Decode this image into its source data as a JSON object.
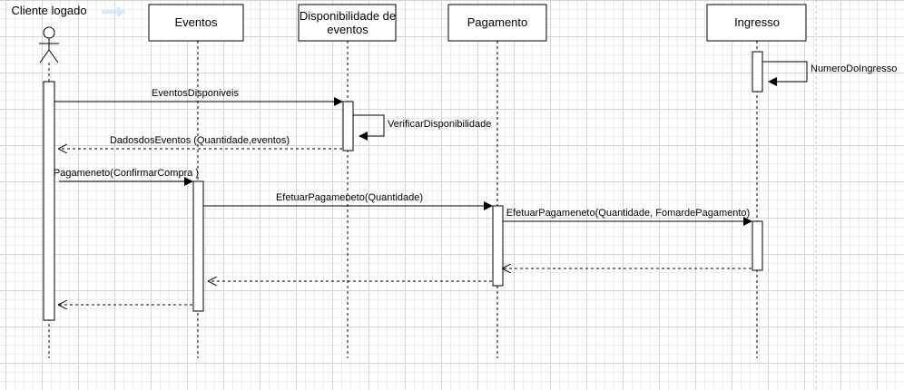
{
  "diagram": {
    "actor": {
      "label": "Cliente logado"
    },
    "lifelines": [
      {
        "id": "eventos",
        "lines": [
          "Eventos"
        ]
      },
      {
        "id": "disponibilidade",
        "lines": [
          "Disponibilidade de",
          "eventos"
        ]
      },
      {
        "id": "pagamento",
        "lines": [
          "Pagamento"
        ]
      },
      {
        "id": "ingresso",
        "lines": [
          "Ingresso"
        ]
      }
    ],
    "messages": [
      {
        "id": "m1",
        "label": "EventosDisponiveis",
        "type": "sync"
      },
      {
        "id": "m2",
        "label": "VerificarDisponibilidade",
        "type": "self"
      },
      {
        "id": "m3",
        "label": "DadosdosEventos (Quantidade,eventos)",
        "type": "return"
      },
      {
        "id": "m4",
        "label": "Pagameneto(ConfirmarCompra )",
        "type": "sync"
      },
      {
        "id": "m5",
        "label": "EfetuarPagameneto(Quantidade)",
        "type": "sync"
      },
      {
        "id": "m6",
        "label": "EfetuarPagameneto(Quantidade, FomardePagamento)",
        "type": "sync"
      },
      {
        "id": "m7",
        "label": "",
        "type": "return"
      },
      {
        "id": "m8",
        "label": "",
        "type": "return"
      },
      {
        "id": "m9",
        "label": "",
        "type": "return"
      },
      {
        "id": "m10",
        "label": "NumeroDoIngresso",
        "type": "self"
      }
    ],
    "colors": {
      "line": "#000000",
      "grid": "#d4d4d4",
      "background": "#ffffff",
      "toolbar_arrow": "#dbe8f6"
    }
  }
}
